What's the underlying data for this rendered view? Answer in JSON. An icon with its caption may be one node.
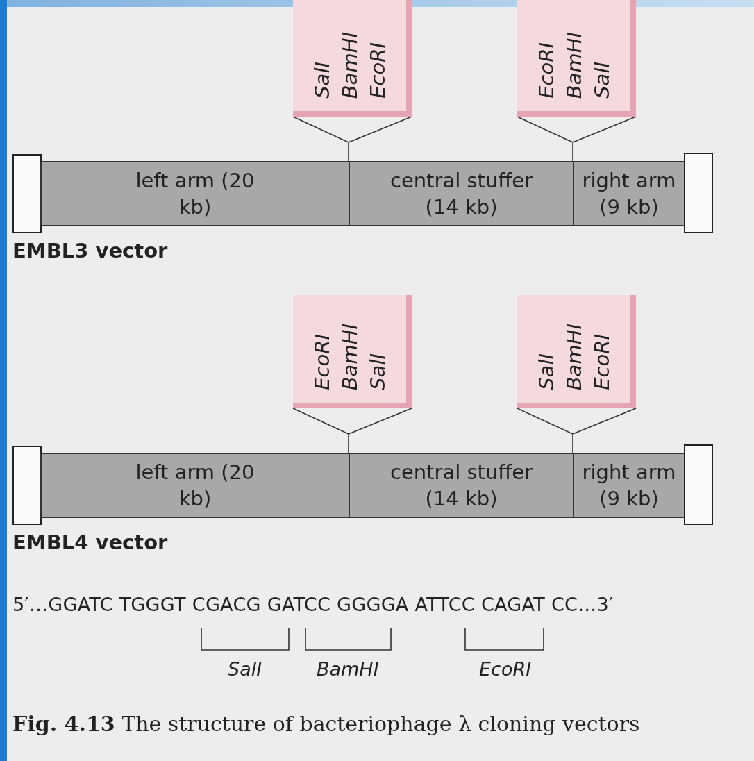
{
  "diagram": {
    "caption": "**Fig. 4.13** The structure of bacteriophage λ cloning vectors",
    "nodes": [
      {
        "text": [
          "SalI",
          "BamHI",
          "EcoRI"
        ]
      },
      {
        "text": [
          "EcoRI",
          "BamHI",
          "SalI"
        ]
      },
      {
        "text": [],
        "shape": "box"
      },
      {
        "text": [
          "left arm (20 kb)"
        ]
      },
      {
        "text": [
          "central stuffer (14 kb)"
        ]
      },
      {
        "text": [
          "right arm (9 kb)"
        ]
      },
      {
        "text": [],
        "shape": "box"
      },
      {
        "text": [
          "EcoRI",
          "BamHI",
          "SalI"
        ]
      },
      {
        "text": [
          "SalI",
          "BamHI",
          "EcoRI"
        ]
      },
      {
        "text": [],
        "shape": "box"
      },
      {
        "text": [
          "left arm (20 kb)"
        ]
      },
      {
        "text": [
          "central stuffer (14 kb)"
        ]
      },
      {
        "text": [
          "right arm (9 kb)"
        ]
      },
      {
        "text": [],
        "shape": "box"
      }
    ],
    "edges": [
      {
        "from": 0,
        "to": 4,
        "arrow": "none"
      },
      {
        "from": 1,
        "to": 5,
        "arrow": "none"
      },
      {
        "from": 7,
        "to": 11,
        "arrow": "none"
      },
      {
        "from": 8,
        "to": 12,
        "arrow": "none"
      }
    ],
    "labels": [
      "EMBL3 vector",
      "EMBL4 vector",
      "5′…GGATC TGGGT CGACG GATCC GGGGA ATTCC CAGAT CC…3′",
      "SalI",
      "BamHI",
      "EcoRI"
    ]
  }
}
